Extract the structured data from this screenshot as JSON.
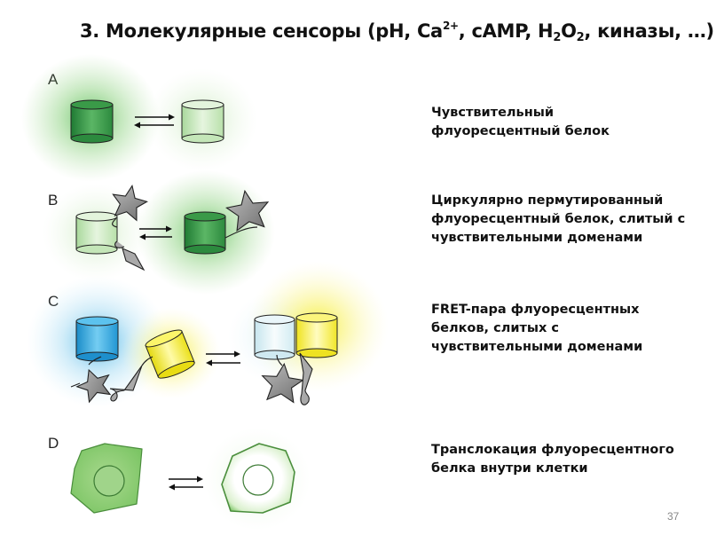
{
  "slide": {
    "title": {
      "main": "3. Молекулярные сенсоры (pH, Ca",
      "ca_charge": "2+",
      "part2": ", cAMP, H",
      "h2o2_sub1": "2",
      "part3": "O",
      "h2o2_sub2": "2",
      "part4": ", киназы, …)"
    },
    "page_number": "37"
  },
  "panels": [
    {
      "label": "A",
      "description_line1": "Чувствительный",
      "description_line2": "флуоресцентный белок",
      "description_line3": ""
    },
    {
      "label": "B",
      "description_line1": "Циркулярно пермутированный",
      "description_line2": "флуоресцентный белок, слитый с",
      "description_line3": "чувствительными доменами"
    },
    {
      "label": "C",
      "description_line1": "FRET-пара флуоресцентных",
      "description_line2": "белков, слитых с",
      "description_line3": "чувствительными доменами"
    },
    {
      "label": "D",
      "description_line1": "Транслокация флуоресцентного",
      "description_line2": "белка внутри клетки",
      "description_line3": ""
    }
  ],
  "colors": {
    "dark_green": "#3a9a48",
    "light_green": "#c4e6b8",
    "cyan": "#2aa6dc",
    "pale_cyan": "#dff1f6",
    "yellow": "#f2ea1a",
    "pale_yellow": "#fdfbe0",
    "star_gray": "#8c8c8c"
  },
  "icons": [
    "cylinder-barrel-icon",
    "star-domain-icon",
    "equilibrium-arrows-icon",
    "cell-icon"
  ]
}
